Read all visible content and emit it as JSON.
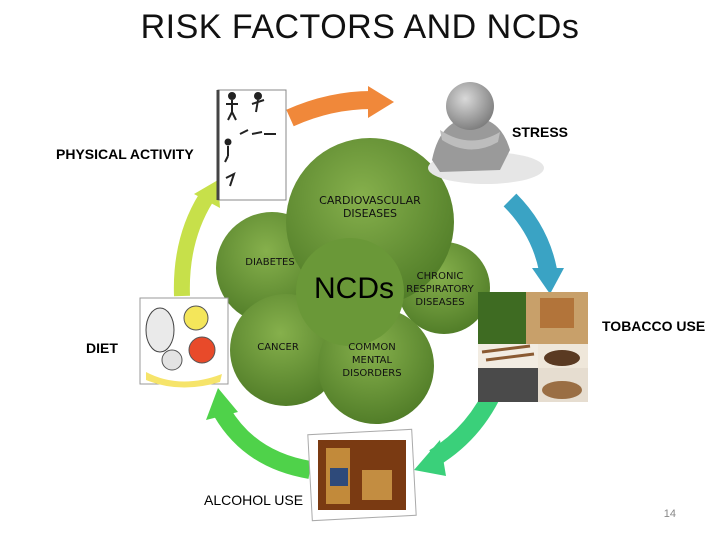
{
  "title": "RISK FACTORS AND NCDs",
  "center": {
    "label": "NCDs"
  },
  "diseases": {
    "cardiovascular": "CARDIOVASCULAR\nDISEASES",
    "diabetes": "DIABETES",
    "chronic_respiratory": "CHRONIC\nRESPIRATORY\nDISEASES",
    "cancer": "CANCER",
    "mental": "COMMON\nMENTAL\nDISORDERS"
  },
  "risk_factors": {
    "physical_activity": "PHYSICAL ACTIVITY",
    "stress": "STRESS",
    "tobacco": "TOBACCO USE",
    "diet": "DIET",
    "alcohol": "ALCOHOL USE"
  },
  "slide_number": "14",
  "colors": {
    "circle": "#6e9a3c",
    "circle_dark": "#3f6a1e",
    "arrow_orange": "#f0883a",
    "arrow_blue": "#3aa3c4",
    "arrow_green": "#3ad07a",
    "arrow_lightgreen": "#4fd24a",
    "arrow_lime": "#c7e04a"
  }
}
